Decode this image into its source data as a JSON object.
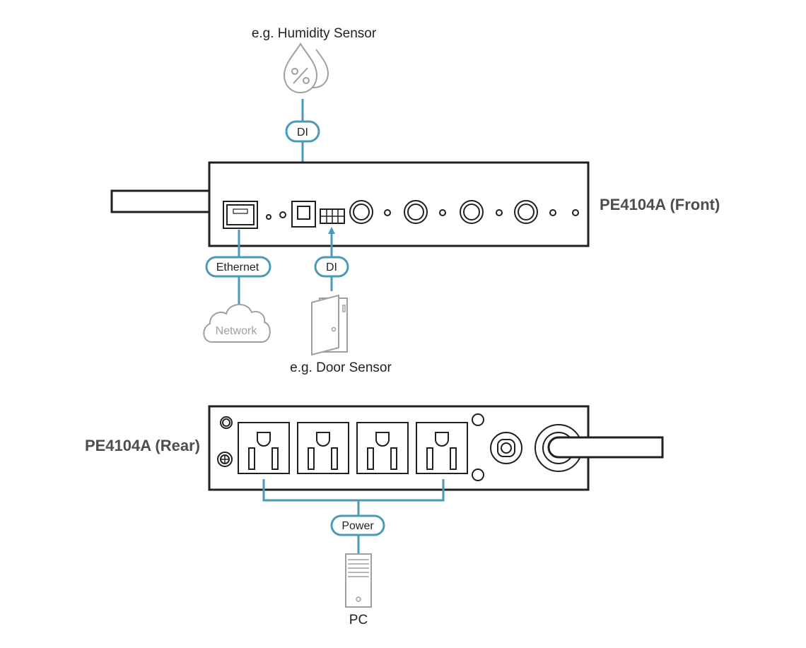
{
  "colors": {
    "link": "#4a9ab8",
    "outline": "#231f20",
    "peripheral": "#9d9fa2",
    "title": "#4d4d4f"
  },
  "humidity_sensor": {
    "label": "e.g. Humidity Sensor",
    "icon": "humidity-icon"
  },
  "door_sensor": {
    "label": "e.g. Door Sensor",
    "icon": "door-icon"
  },
  "network": {
    "label": "Network",
    "icon": "cloud-icon"
  },
  "pc": {
    "label": "PC",
    "icon": "pc-tower-icon"
  },
  "connections": {
    "humidity_di": "DI",
    "door_di": "DI",
    "ethernet": "Ethernet",
    "power": "Power"
  },
  "front": {
    "title": "PE4104A (Front)"
  },
  "rear": {
    "title": "PE4104A (Rear)"
  }
}
